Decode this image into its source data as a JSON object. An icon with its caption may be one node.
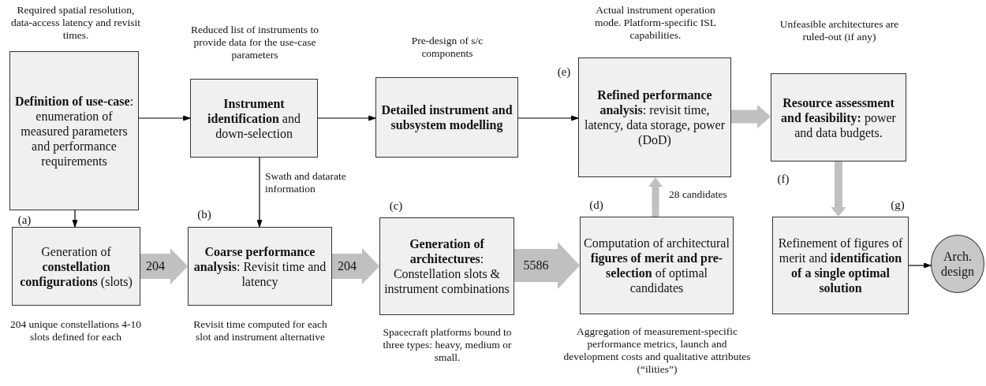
{
  "diagram": {
    "nodes": [
      {
        "text": [
          "**Definition of use-case**: enumeration of measured parameters and performance requirements"
        ],
        "beside": [
          "Required spatial resolution, data-access latency and revisit times."
        ]
      },
      {
        "text": [
          "**Instrument identification** and down-selection"
        ],
        "beside": [
          "Reduced list of instruments to provide data for the use-case parameters"
        ]
      },
      {
        "text": [
          "Detailed instrument and subsystem modelling"
        ],
        "beside": [
          "Pre-design of s/c components"
        ]
      },
      {
        "text": [
          "**Refined performance analysis**: revisit time, latency, data storage, power (DoD)"
        ],
        "beside": [
          "Actual instrument operation mode. Platform-specific ISL capabilities.",
          "(e)"
        ]
      },
      {
        "text": [
          "**Resource assessment and feasibility:** power and data budgets."
        ],
        "beside": [
          "Unfeasible architectures are ruled-out (if any)",
          "(f)"
        ]
      },
      {
        "text": [
          "Generation of **constellation configurations** (slots)"
        ],
        "beside": [
          "(a)",
          "204 unique constellations 4-10 slots defined for each"
        ]
      },
      {
        "text": [
          "**Coarse performance analysis**: Revisit time and latency"
        ],
        "beside": [
          "(b)",
          "Revisit time computed for each slot and instrument alternative"
        ]
      },
      {
        "text": [
          "**Generation of architectures**: Constellation slots & instrument combinations"
        ],
        "beside": [
          "(c)",
          "Spacecraft platforms bound to three types: heavy, medium or small."
        ]
      },
      {
        "text": [
          "Computation of architectural **figures of merit and pre-selection** of optimal candidates"
        ],
        "beside": [
          "(d)",
          "Aggregation of measurement-specific performance metrics, launch and development costs and qualitative attributes (“ilities”)"
        ]
      },
      {
        "text": [
          "Refinement of figures of merit and **identification of a single optimal solution**"
        ],
        "beside": [
          "(g)"
        ]
      },
      {
        "text": [
          "Arch. design"
        ]
      }
    ],
    "edges": [
      {
        "from": 0,
        "to": 1,
        "arrow": "to"
      },
      {
        "from": 1,
        "to": 2,
        "arrow": "to"
      },
      {
        "from": 2,
        "to": 3,
        "arrow": "to"
      },
      {
        "from": 3,
        "to": 4,
        "arrow": "to",
        "style": "thick",
        "color": "#c0c0c0"
      },
      {
        "from": 0,
        "to": 5,
        "arrow": "to"
      },
      {
        "from": 1,
        "to": 6,
        "arrow": "to",
        "label": "Swath and datarate information"
      },
      {
        "from": 5,
        "to": 6,
        "arrow": "to",
        "style": "thick",
        "color": "#c0c0c0",
        "label": "204"
      },
      {
        "from": 6,
        "to": 7,
        "arrow": "to",
        "style": "thick",
        "color": "#c0c0c0",
        "label": "204"
      },
      {
        "from": 7,
        "to": 8,
        "arrow": "to",
        "style": "thick",
        "color": "#c0c0c0",
        "label": "5586"
      },
      {
        "from": 8,
        "to": 3,
        "arrow": "to",
        "style": "thick",
        "color": "#c0c0c0",
        "label": "28 candidates"
      },
      {
        "from": 4,
        "to": 9,
        "arrow": "to",
        "style": "thick",
        "color": "#c0c0c0"
      },
      {
        "from": 9,
        "to": 10,
        "arrow": "to"
      }
    ]
  }
}
